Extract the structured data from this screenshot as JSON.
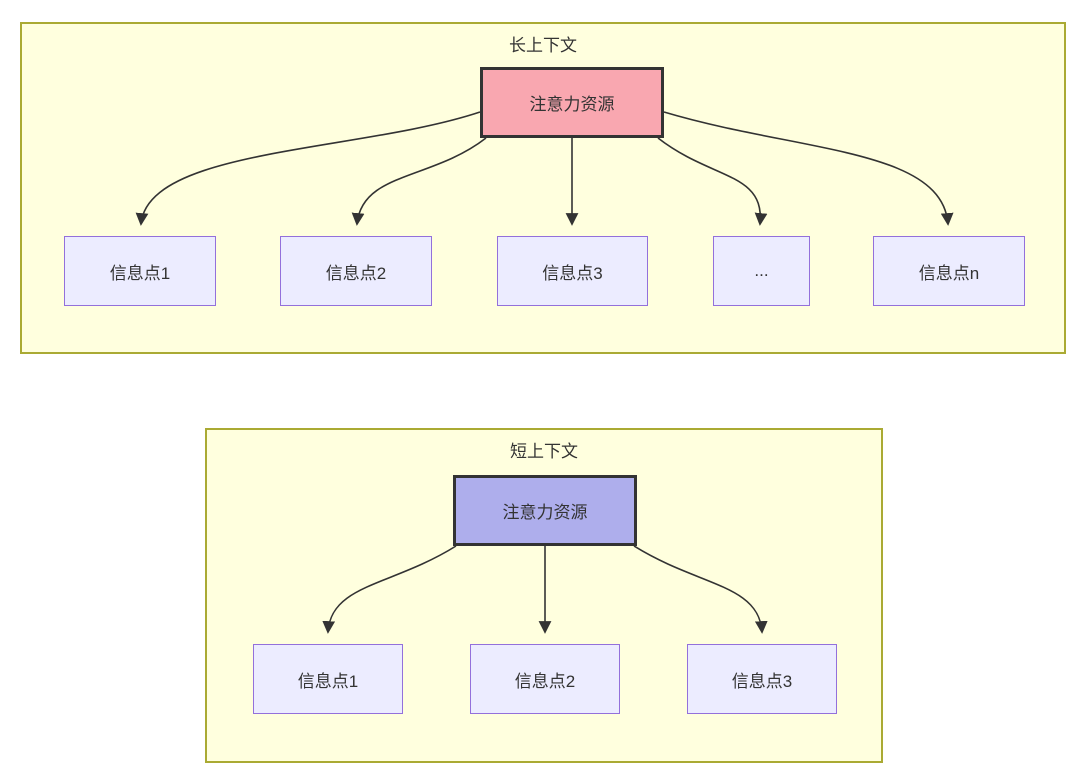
{
  "long_context": {
    "title": "长上下文",
    "attention_label": "注意力资源",
    "info_points": [
      "信息点1",
      "信息点2",
      "信息点3",
      "...",
      "信息点n"
    ]
  },
  "short_context": {
    "title": "短上下文",
    "attention_label": "注意力资源",
    "info_points": [
      "信息点1",
      "信息点2",
      "信息点3"
    ]
  },
  "colors": {
    "container_fill": "#ffffde",
    "container_border": "#aaaa33",
    "attention_long_fill": "#f9a7b0",
    "attention_short_fill": "#aeaeec",
    "attention_border": "#333333",
    "info_point_fill": "#ececff",
    "info_point_border": "#9370db",
    "arrow": "#333333",
    "text": "#333333",
    "page_background": "#ffffff"
  }
}
